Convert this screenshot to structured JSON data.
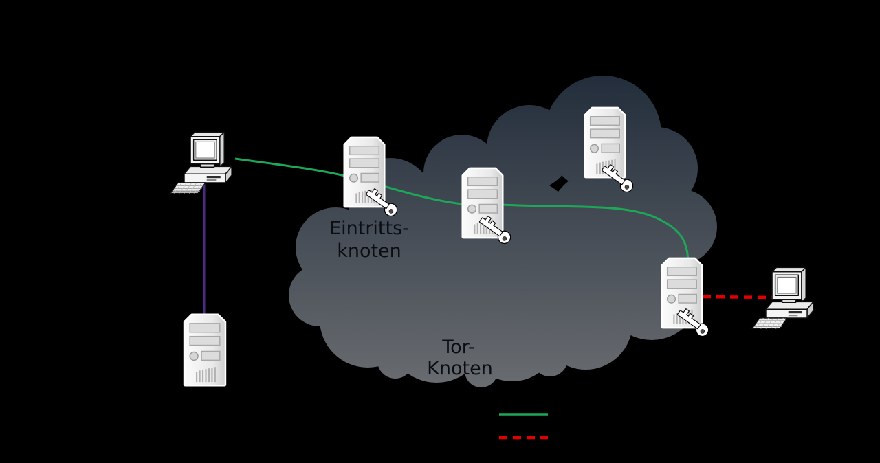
{
  "diagram_kind": "tor-network-diagram",
  "labels": {
    "entry_node": {
      "line1": "Eintritts-",
      "line2": "knoten"
    },
    "tor_node": {
      "line1": "Tor-",
      "line2": "Knoten"
    }
  },
  "colors": {
    "background": "#000000",
    "encrypted_link": "#1ea758",
    "unencrypted_link": "#e00000",
    "directory_link": "#4c2b80",
    "cloud_top": "#222d3b",
    "cloud_bottom": "#696c70",
    "label_text": "#0a0e14"
  },
  "legend": {
    "items": [
      {
        "name": "encrypted-connection",
        "style": "solid",
        "color": "#1ea758"
      },
      {
        "name": "unencrypted-connection",
        "style": "dashed",
        "color": "#e00000"
      }
    ]
  },
  "icons": {
    "client_computer": "desktop-computer",
    "destination_computer": "desktop-computer",
    "relay_server": "server-tower",
    "directory_server": "server-tower",
    "key": "encryption-key",
    "cloud": "network-cloud"
  }
}
